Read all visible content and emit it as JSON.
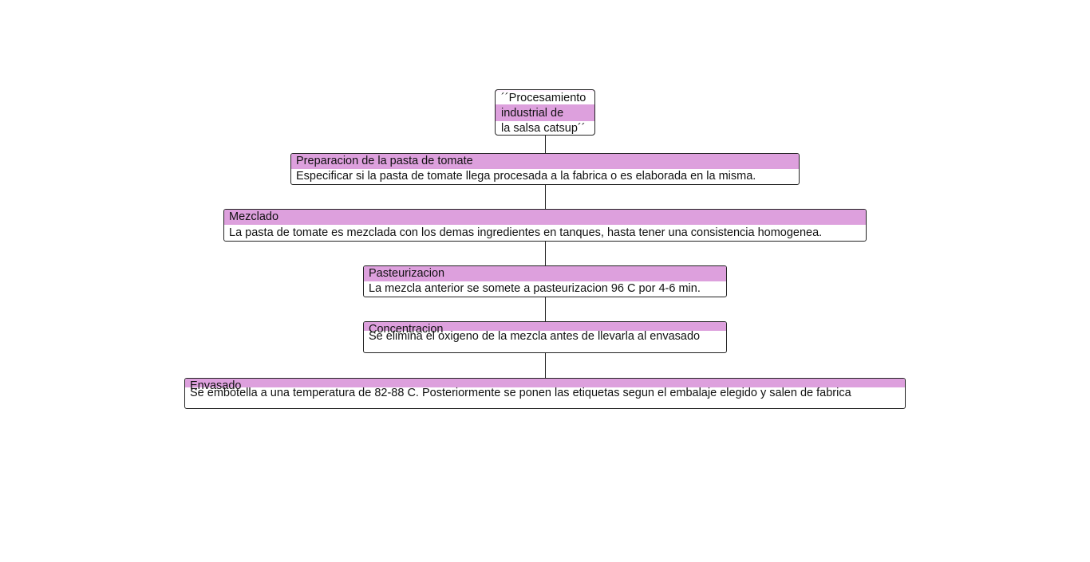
{
  "diagram": {
    "root": {
      "line1": "´´Procesamiento",
      "line2": "industrial de",
      "line3": "la salsa catsup´´"
    },
    "steps": [
      {
        "title": "Preparacion de la pasta de tomate",
        "text": "Especificar si la pasta de tomate  llega procesada a la fabrica o es elaborada en la misma."
      },
      {
        "title": "Mezclado",
        "text": "La pasta de tomate es mezclada con los demas ingredientes en tanques, hasta tener una consistencia homogenea."
      },
      {
        "title": "Pasteurizacion",
        "text": "La mezcla anterior se somete a pasteurizacion 96 C por 4-6 min."
      },
      {
        "title": "Concentracion",
        "text": "Se elimina el oxigeno de la mezcla antes de llevarla al envasado"
      },
      {
        "title": "Envasado",
        "text": "Se embotella a una temperatura de 82-88 C. Posteriormente se ponen las etiquetas segun el embalaje elegido y salen de fabrica"
      }
    ],
    "colors": {
      "header_fill": "#dda0dd",
      "border": "#222222",
      "background": "#ffffff"
    }
  }
}
